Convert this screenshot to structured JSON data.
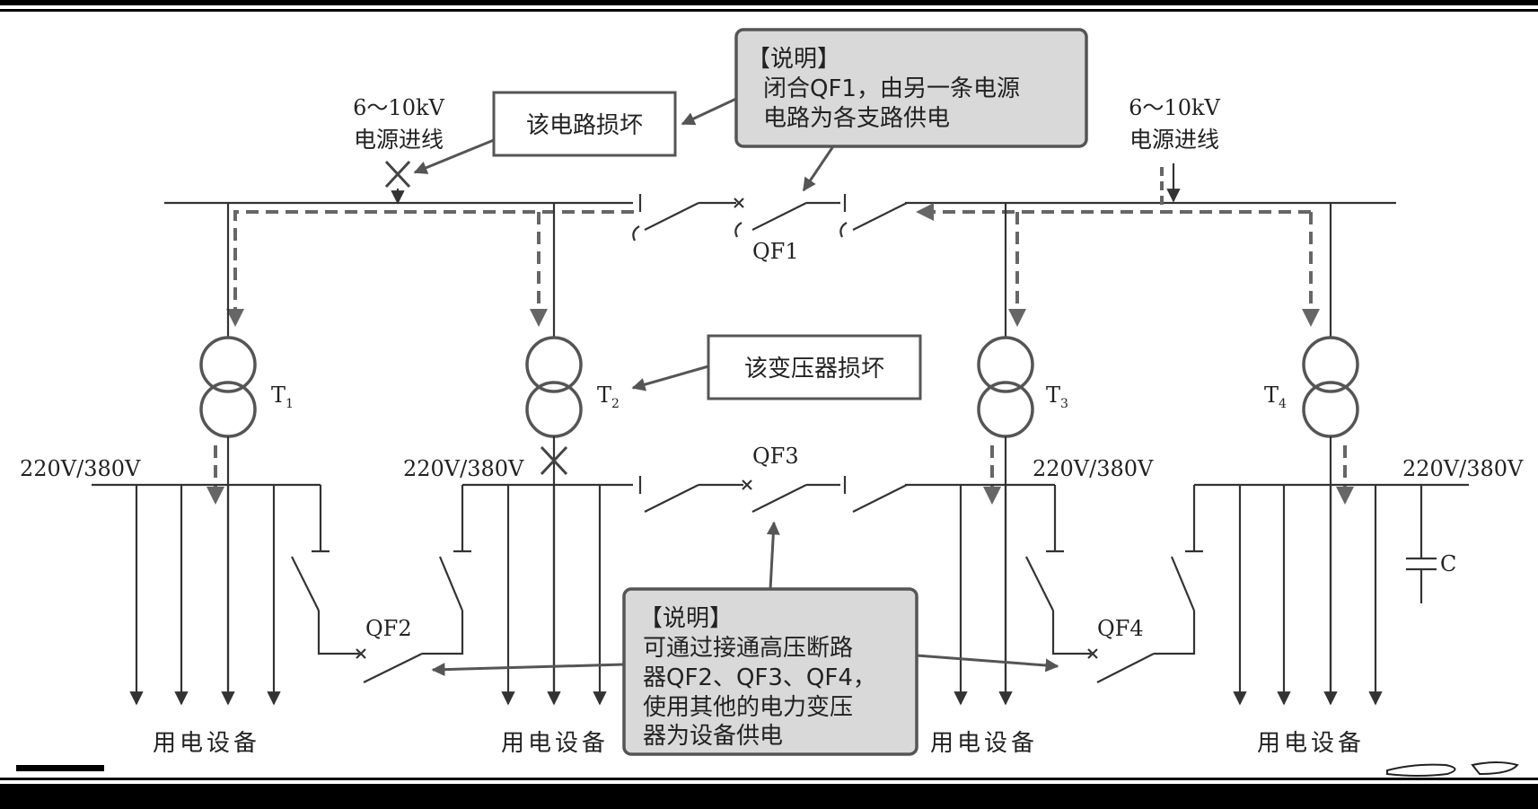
{
  "source_left": "6～10kV",
  "source_left_sub": "电源进线",
  "source_right": "6～10kV",
  "source_right_sub": "电源进线",
  "callout_line_broken": "该电路损坏",
  "callout_transformer_broken": "该变压器损坏",
  "note_top": {
    "title": "【说明】",
    "lines": [
      "闭合QF1，由另一条电源",
      "电路为各支路供电"
    ]
  },
  "note_bottom": {
    "title": "【说明】",
    "lines": [
      "可通过接通高压断路",
      "器QF2、QF3、QF4，",
      "使用其他的电力变压",
      "器为设备供电"
    ]
  },
  "breakers": {
    "qf1": "QF1",
    "qf2": "QF2",
    "qf3": "QF3",
    "qf4": "QF4"
  },
  "transformers": [
    {
      "name": "T",
      "sub": "1"
    },
    {
      "name": "T",
      "sub": "2"
    },
    {
      "name": "T",
      "sub": "3"
    },
    {
      "name": "T",
      "sub": "4"
    }
  ],
  "lv_voltage": "220V/380V",
  "capacitor_label": "C",
  "load_label": "用电设备",
  "colors": {
    "line": "#333333",
    "note_fill": "#d9d9d9",
    "frame": "#000000"
  }
}
